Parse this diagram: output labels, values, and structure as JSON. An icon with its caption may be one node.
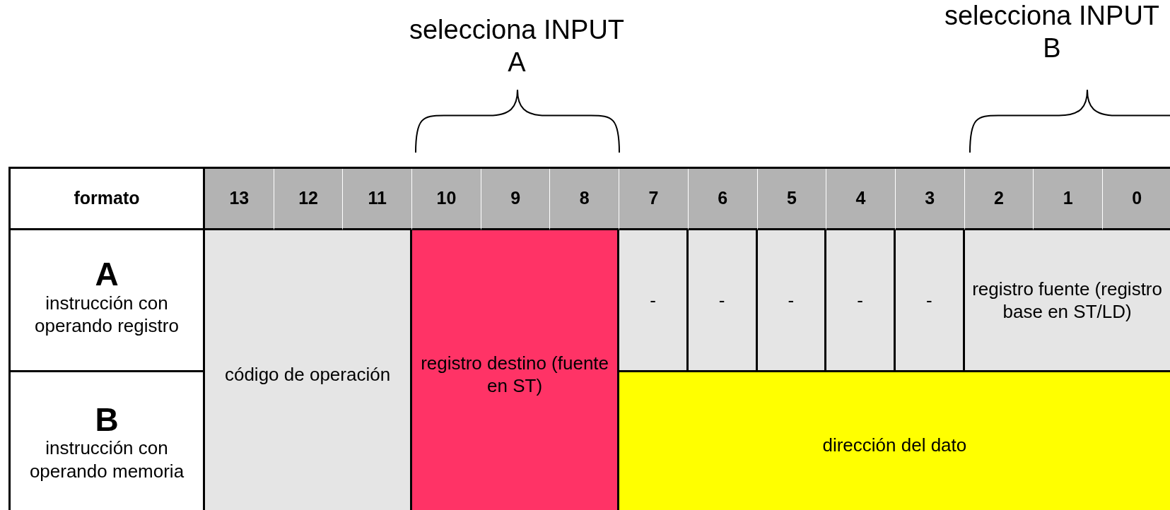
{
  "diagram": {
    "labels": [
      "selecciona INPUT A",
      "selecciona INPUT B",
      "formato",
      "13",
      "12",
      "11",
      "10",
      "9",
      "8",
      "7",
      "6",
      "5",
      "4",
      "3",
      "2",
      "1",
      "0",
      "A",
      "instrucción con operando registro",
      "código de operación",
      "registro destino (fuente en ST)",
      "-",
      "-",
      "-",
      "-",
      "-",
      "registro fuente (registro base en ST/LD)",
      "B",
      "instrucción con operando memoria",
      "dirección del dato"
    ]
  }
}
